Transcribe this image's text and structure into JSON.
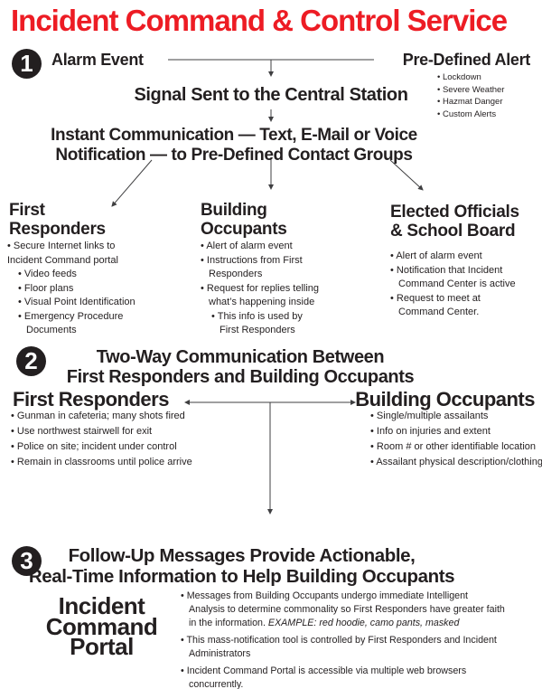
{
  "title": "Incident Command & Control Service",
  "colors": {
    "accent": "#ed1c24",
    "ink": "#231f20"
  },
  "step1": {
    "badge": "1",
    "alarm_label": "Alarm Event",
    "alert_label": "Pre-Defined Alert",
    "alert_items": [
      "Lockdown",
      "Severe Weather",
      "Hazmat Danger",
      "Custom Alerts"
    ],
    "signal_label": "Signal Sent to the Central Station",
    "instant_lines": [
      "Instant Communication — Text, E-Mail or Voice",
      "Notification — to Pre-Defined Contact Groups"
    ],
    "first_responders": {
      "heading": [
        "First",
        "Responders"
      ],
      "bullet": [
        "Secure Internet links to",
        "Incident Command portal"
      ],
      "sub_bullets": [
        [
          "Video feeds"
        ],
        [
          "Floor plans"
        ],
        [
          "Visual Point Identification"
        ],
        [
          "Emergency Procedure",
          "Documents"
        ]
      ]
    },
    "building_occupants": {
      "heading": [
        "Building",
        "Occupants"
      ],
      "bullets": [
        [
          "Alert of alarm event"
        ],
        [
          "Instructions from First",
          "Responders"
        ],
        [
          "Request for replies telling",
          "what’s happening inside"
        ]
      ],
      "sub_bullets": [
        [
          "This info is used by",
          "First Responders"
        ]
      ]
    },
    "elected_officials": {
      "heading": [
        "Elected Officials",
        "& School Board"
      ],
      "bullets": [
        [
          "Alert of alarm event"
        ],
        [
          "Notification that Incident",
          "Command Center is active"
        ],
        [
          "Request to meet at",
          "Command Center."
        ]
      ]
    }
  },
  "step2": {
    "badge": "2",
    "heading": [
      "Two-Way Communication Between",
      "First Responders and Building Occupants"
    ],
    "first_responders": {
      "heading": "First Responders",
      "bullets": [
        "Gunman in cafeteria; many shots fired",
        "Use northwest stairwell for exit",
        "Police on site; incident under control",
        "Remain in classrooms until police arrive"
      ]
    },
    "building_occupants": {
      "heading": "Building Occupants",
      "bullets": [
        "Single/multiple assailants",
        "Info on injuries and extent",
        "Room # or other identifiable location",
        "Assailant physical description/clothing"
      ]
    }
  },
  "step3": {
    "badge": "3",
    "heading": [
      "Follow-Up Messages Provide Actionable,",
      "Real-Time Information to Help Building Occupants"
    ],
    "portal_heading": [
      "Incident",
      "Command",
      "Portal"
    ],
    "bullets": [
      {
        "lines": [
          "Messages from Building Occupants undergo immediate Intelligent",
          "Analysis to determine commonality so First Responders have greater faith"
        ],
        "tail": "in the information. ",
        "example": "EXAMPLE: red hoodie, camo pants, masked"
      },
      {
        "lines": [
          "This mass-notification tool is controlled by First Responders and Incident",
          "Administrators"
        ]
      },
      {
        "lines": [
          "Incident Command Portal is accessible via multiple web browsers",
          "concurrently."
        ]
      }
    ]
  }
}
